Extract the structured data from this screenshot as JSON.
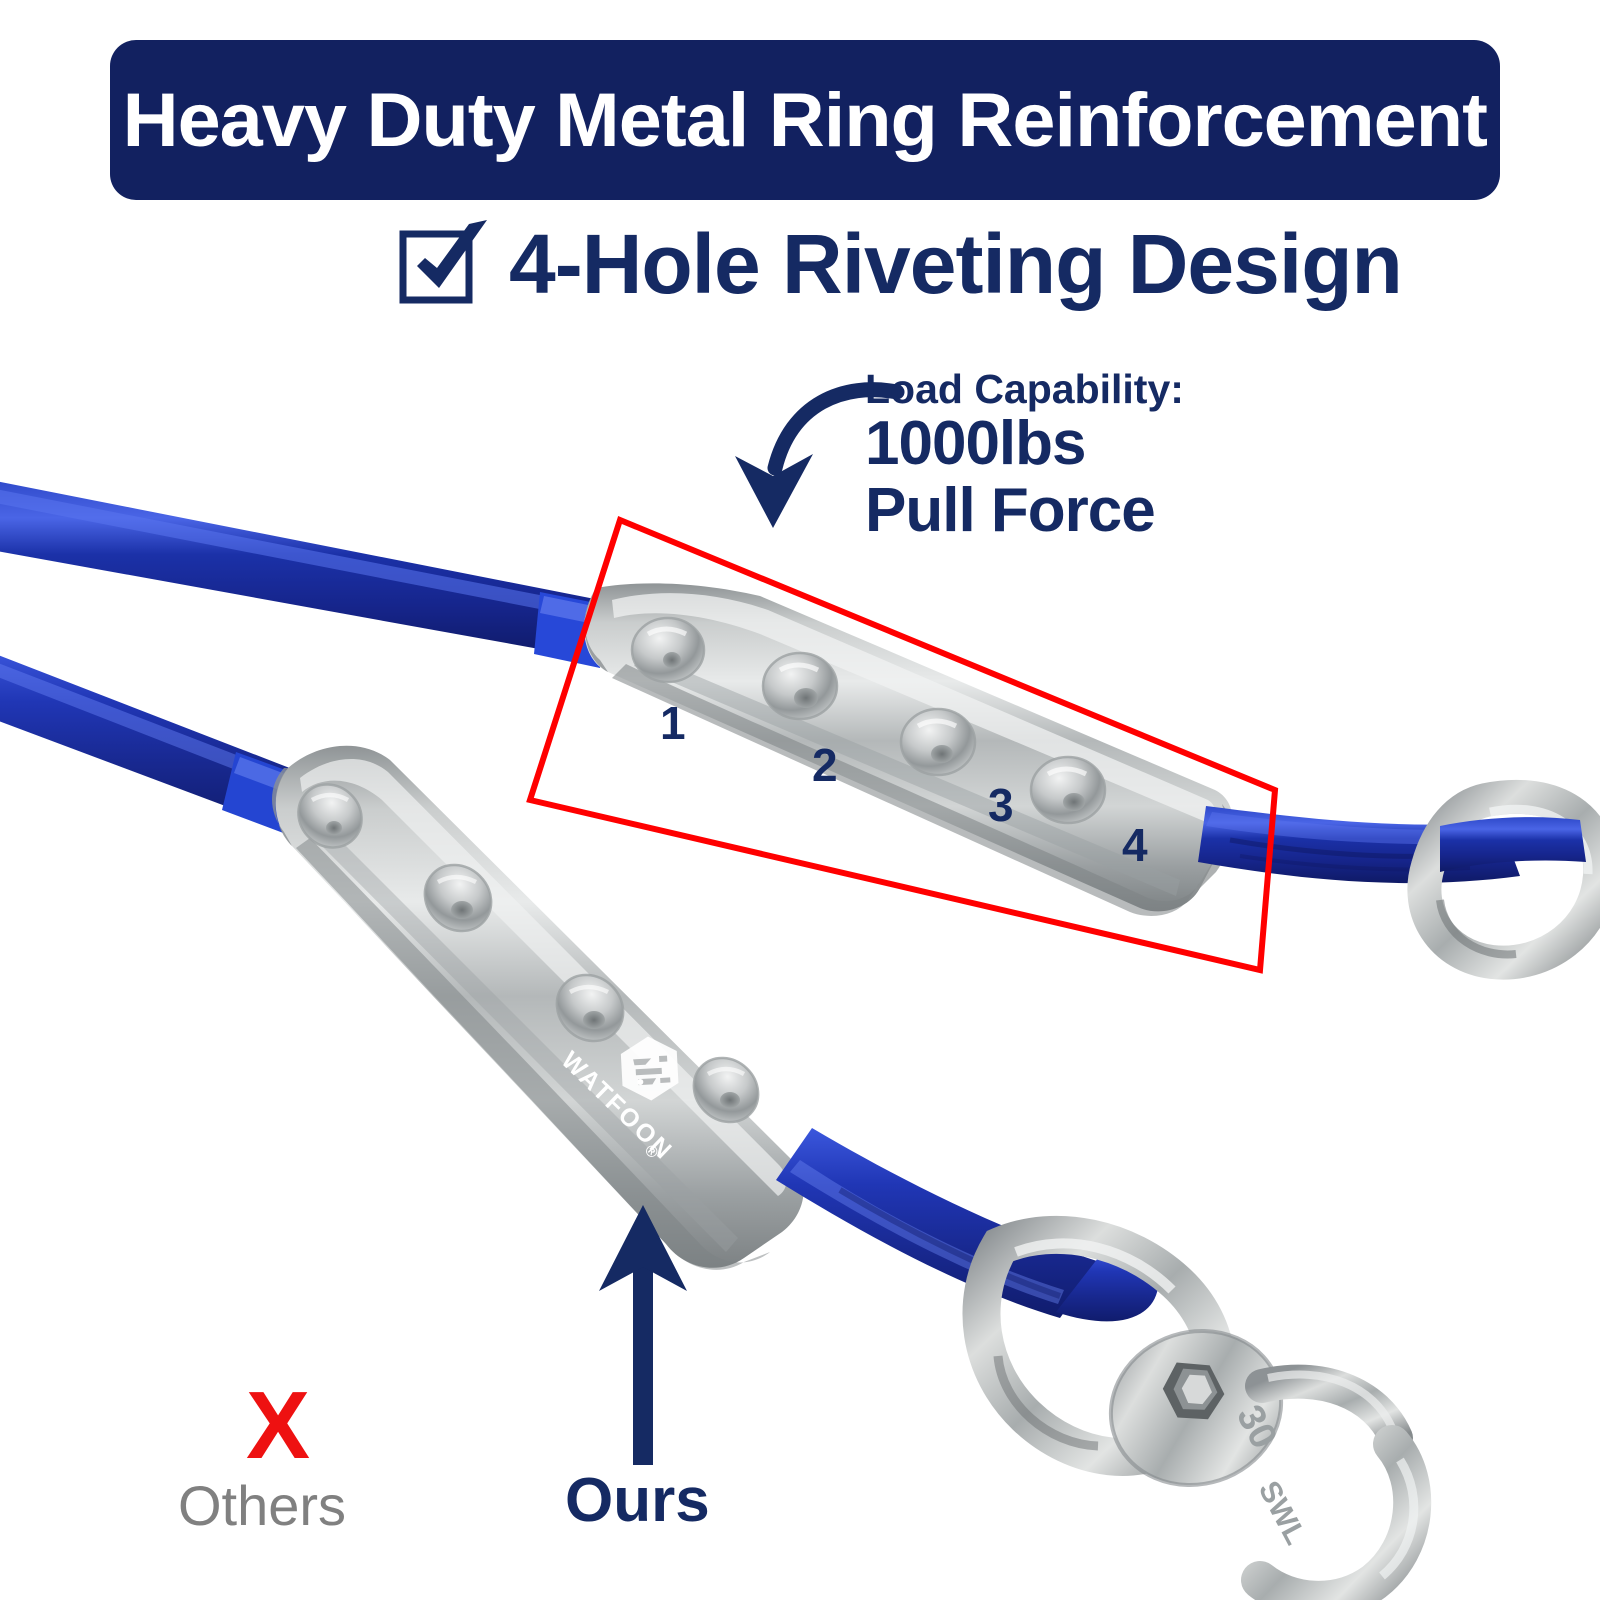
{
  "banner": {
    "title": "Heavy Duty Metal Ring Reinforcement",
    "bg_color": "#122160",
    "text_color": "#ffffff"
  },
  "subtitle": {
    "icon": "checkbox-checked-icon",
    "text": "4-Hole Riveting Design",
    "color": "#152a63"
  },
  "callout": {
    "arrow_icon": "curved-arrow-down-left-icon",
    "label": "Load Capability:",
    "value": "1000lbs",
    "unit_line": "Pull Force",
    "color": "#152a63"
  },
  "highlight": {
    "shape": "red-rectangle-outline",
    "color": "#ff0000",
    "stroke_width": 6
  },
  "rivets": {
    "count": 4,
    "labels": [
      "1",
      "2",
      "3",
      "4"
    ],
    "color": "#152a63"
  },
  "product": {
    "cable_color": "#1a33b0",
    "cable_highlight": "#3a57d8",
    "ferrule_color": "#b9bcbd",
    "hardware_color": "#aeb2b4",
    "brand": "WATFOON",
    "brand_mark": "watfoon-hex-logo-icon",
    "registered_symbol": "®",
    "swivel_marking_1": "30",
    "swivel_marking_2": "SWL"
  },
  "comparison": {
    "others": {
      "image": "grayscale-plastic-clamp-on-wood-photo",
      "x_mark": "X",
      "x_color": "#ee1111",
      "label": "Others",
      "label_color": "#808080"
    },
    "ours": {
      "arrow_icon": "arrow-up-icon",
      "label": "Ours",
      "label_color": "#152a63"
    }
  }
}
